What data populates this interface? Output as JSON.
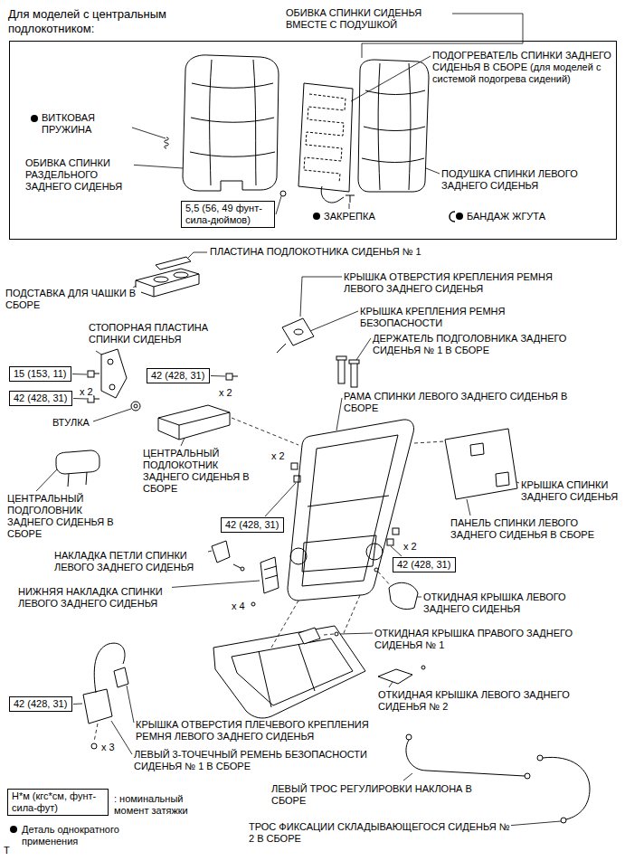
{
  "diagram": {
    "nodes": [
      {
        "text": [
          "Для моделей с центральным подлокотником:"
        ]
      },
      {
        "text": [
          "5,5 (56, 49 фунт-сила-дюймов)"
        ],
        "in": 0
      },
      {
        "text": [
          "15 (153, 11)"
        ]
      },
      {
        "text": [
          "42 (428, 31)"
        ]
      },
      {
        "text": [
          "42 (428, 31)"
        ]
      },
      {
        "text": [
          "42 (428, 31)"
        ]
      },
      {
        "text": [
          "42 (428, 31)"
        ]
      },
      {
        "text": [
          "42 (428, 31)"
        ]
      },
      {
        "text": [
          "Н*м (кгс*см, фунт-сила-фут)"
        ]
      }
    ],
    "labels": [
      "ОБИВКА СПИНКИ СИДЕНЬЯ ВМЕСТЕ С ПОДУШКОЙ",
      "ПОДОГРЕВАТЕЛЬ СПИНКИ ЗАДНЕГО СИДЕНЬЯ В СБОРЕ (для моделей с системой подогрева сидений)",
      "ВИТКОВАЯ ПРУЖИНА",
      "ОБИВКА СПИНКИ РАЗДЕЛЬНОГО ЗАДНЕГО СИДЕНЬЯ",
      "ПОДУШКА СПИНКИ ЛЕВОГО ЗАДНЕГО СИДЕНЬЯ",
      "ЗАКРЕПКА",
      "БАНДАЖ ЖГУТА",
      "ПЛАСТИНА ПОДЛОКОТНИКА СИДЕНЬЯ № 1",
      "ПОДСТАВКА ДЛЯ ЧАШКИ В СБОРЕ",
      "КРЫШКА ОТВЕРСТИЯ КРЕПЛЕНИЯ РЕМНЯ ЛЕВОГО ЗАДНЕГО СИДЕНЬЯ",
      "КРЫШКА КРЕПЛЕНИЯ РЕМНЯ БЕЗОПАСНОСТИ",
      "ДЕРЖАТЕЛЬ ПОДГОЛОВНИКА ЗАДНЕГО СИДЕНЬЯ № 1 В СБОРЕ",
      "СТОПОРНАЯ ПЛАСТИНА СПИНКИ СИДЕНЬЯ",
      "x 2",
      "x 2",
      "ВТУЛКА",
      "РАМА СПИНКИ ЛЕВОГО ЗАДНЕГО СИДЕНЬЯ В СБОРЕ",
      "ЦЕНТРАЛЬНЫЙ ПОДЛОКОТНИК ЗАДНЕГО СИДЕНЬЯ В СБОРЕ",
      "x 2",
      "ЦЕНТРАЛЬНЫЙ ПОДГОЛОВНИК ЗАДНЕГО СИДЕНЬЯ В СБОРЕ",
      "КРЫШКА СПИНКИ ЗАДНЕГО СИДЕНЬЯ",
      "x 2",
      "ПАНЕЛЬ СПИНКИ ЛЕВОГО ЗАДНЕГО СИДЕНЬЯ В СБОРЕ",
      "НАКЛАДКА ПЕТЛИ СПИНКИ ЛЕВОГО ЗАДНЕГО СИДЕНЬЯ",
      "x 4",
      "НИЖНЯЯ НАКЛАДКА СПИНКИ ЛЕВОГО ЗАДНЕГО СИДЕНЬЯ",
      "ОТКИДНАЯ КРЫШКА ЛЕВОГО ЗАДНЕГО СИДЕНЬЯ",
      "ОТКИДНАЯ КРЫШКА ПРАВОГО ЗАДНЕГО СИДЕНЬЯ № 1",
      "ОТКИДНАЯ КРЫШКА ЛЕВОГО ЗАДНЕГО СИДЕНЬЯ № 2",
      "КРЫШКА ОТВЕРСТИЯ ПЛЕЧЕВОГО КРЕПЛЕНИЯ РЕМНЯ ЛЕВОГО ЗАДНЕГО СИДЕНЬЯ",
      "ЛЕВЫЙ 3-ТОЧЕЧНЫЙ РЕМЕНЬ БЕЗОПАСНОСТИ СИДЕНЬЯ № 1 В СБОРЕ",
      "x 3",
      "ЛЕВЫЙ ТРОС РЕГУЛИРОВКИ НАКЛОНА В СБОРЕ",
      "ТРОС ФИКСАЦИИ СКЛАДЫВАЮЩЕГОСЯ СИДЕНЬЯ № 2 В СБОРЕ",
      "T"
    ],
    "legend": [
      {
        "text": ": номинальный момент затяжки"
      },
      {
        "text": "Деталь однократного применения"
      }
    ]
  }
}
